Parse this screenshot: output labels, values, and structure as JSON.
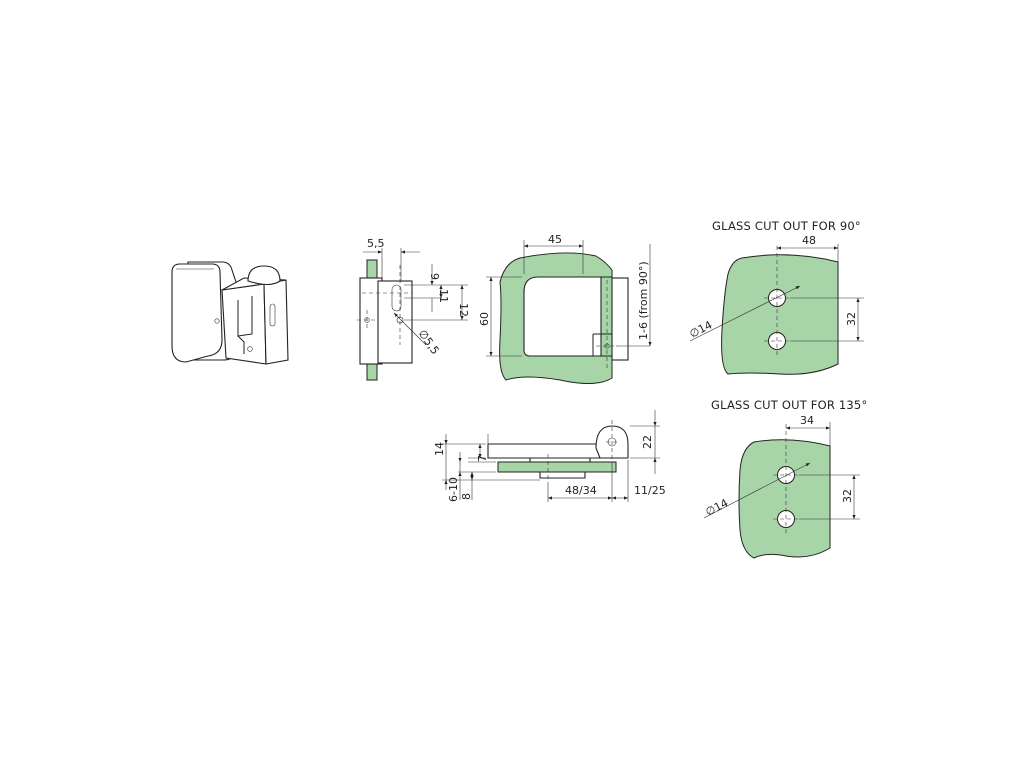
{
  "colors": {
    "glass": "#a8d5a7",
    "line": "#222222",
    "background": "#ffffff"
  },
  "side_view": {
    "dim_top": "5,5",
    "dim_9": "9",
    "dim_11": "11",
    "dim_12": "12",
    "dim_hole": "∅5,5"
  },
  "front_view": {
    "dim_width": "45",
    "dim_height": "60",
    "dim_offset": "1-6 (from 90°)"
  },
  "top_view": {
    "dim_14": "14",
    "dim_7": "7",
    "dim_22": "22",
    "dim_6_10": "6-10",
    "dim_8": "8",
    "dim_48_34": "48/34",
    "dim_11_25": "11/25"
  },
  "cutout_90": {
    "title": "GLASS CUT OUT FOR 90°",
    "dim_width": "48",
    "dim_spacing": "32",
    "dim_hole": "∅14"
  },
  "cutout_135": {
    "title": "GLASS CUT OUT FOR 135°",
    "dim_width": "34",
    "dim_spacing": "32",
    "dim_hole": "∅14"
  }
}
